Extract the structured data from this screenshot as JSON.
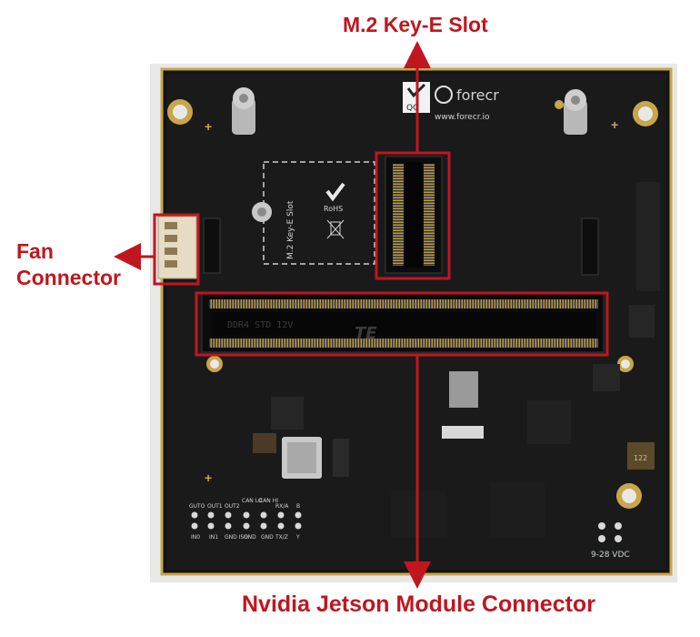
{
  "annotations": {
    "m2_slot": "M.2 Key-E Slot",
    "fan_line1": "Fan",
    "fan_line2": "Connector",
    "jetson_connector": "Nvidia Jetson Module Connector"
  },
  "board": {
    "brand": "forecr",
    "url": "www.forecr.io",
    "qc_mark": "QC",
    "slot_silkscreen": "M.2 Key-E Slot",
    "rohs": "RoHS",
    "socket_text": "DDR4 STD 12V",
    "socket_brand": "TE",
    "voltage": "9-28 VDC",
    "chip_code": "122",
    "pin_labels_top": [
      "GUTO",
      "OUT1",
      "OUT2",
      "CAN LO",
      "CAN HI",
      "RX/A",
      "B"
    ],
    "pin_labels_bottom": [
      "IN0",
      "IN1",
      "GND ISO",
      "GND",
      "GND",
      "TX/Z",
      "Y"
    ]
  },
  "colors": {
    "annotation": "#c0161f",
    "board": "#141414",
    "gold": "#c9a64a"
  }
}
